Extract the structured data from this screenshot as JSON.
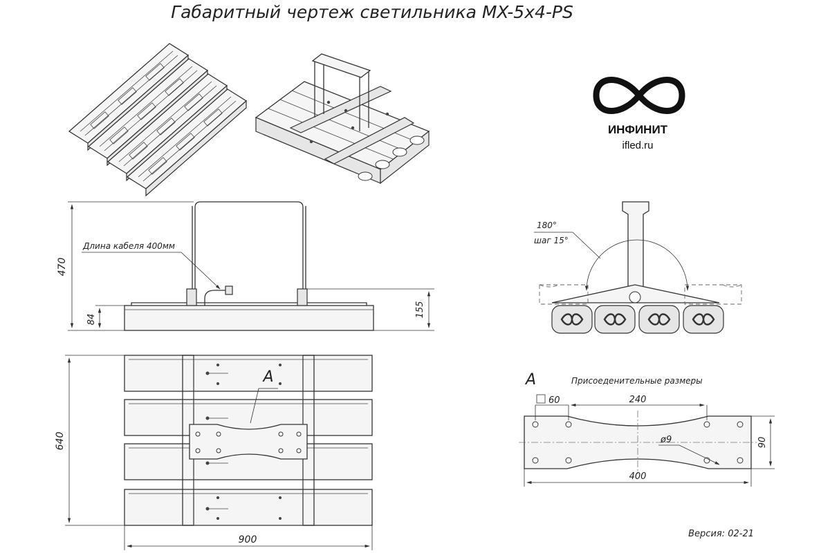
{
  "title": "Габаритный чертеж светильника MX-5x4-PS",
  "logo": {
    "brand": "ИНФИНИТ",
    "website": "ifled.ru",
    "symbol_icon": "infinity-icon"
  },
  "front_view": {
    "cable_note": "Длина кабеля 400мм",
    "dim_total_height": "470",
    "dim_body_height": "84",
    "dim_bracket_height": "155"
  },
  "top_view": {
    "dim_depth": "640",
    "dim_width": "900",
    "callout": "А"
  },
  "side_view": {
    "angle": "180°",
    "step": "шаг 15°"
  },
  "detail_a": {
    "label": "А",
    "caption": "Присоеденительные размеры",
    "square": "60",
    "hole_spacing": "240",
    "hole_diameter": "ø9",
    "height": "90",
    "length": "400"
  },
  "version": "Версия: 02-21"
}
